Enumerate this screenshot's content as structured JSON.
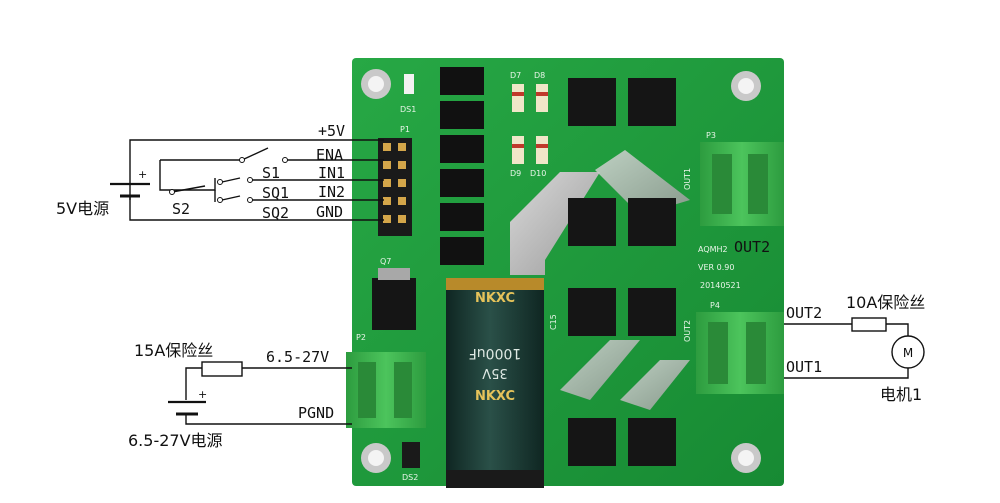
{
  "labels": {
    "plus5v": "+5V",
    "ena": "ENA",
    "in1": "IN1",
    "in2": "IN2",
    "gnd": "GND",
    "s1": "S1",
    "s2": "S2",
    "sq1": "SQ1",
    "sq2": "SQ2",
    "supply_5v": "5V电源",
    "fuse_15a": "15A保险丝",
    "v_in": "6.5-27V",
    "pgnd": "PGND",
    "supply_main": "6.5-27V电源",
    "out2_a": "OUT2",
    "out2_b": "OUT2",
    "out1": "OUT1",
    "fuse_10a": "10A保险丝",
    "motor_symbol": "M",
    "motor": "电机1",
    "battery_plus": "+"
  },
  "pcb": {
    "silkscreen": {
      "p1": "P1",
      "p2": "P2",
      "p3": "P3",
      "p4": "P4",
      "q7": "Q7",
      "c15": "C15",
      "ds1": "DS1",
      "ds2": "DS2",
      "d7": "D7",
      "d8": "D8",
      "d9": "D9",
      "d10": "D10",
      "model": "AQMH2",
      "version": "VER 0.90",
      "date": "20140521",
      "out1_silk": "OUT1",
      "out2_silk": "OUT2"
    },
    "capacitor": {
      "brand": "NKXC",
      "value": "1000uF",
      "voltage": "35V"
    },
    "colors": {
      "board": "#1f9a3c",
      "terminal": "#3fb34f",
      "capacitor": "#1c3a36"
    }
  }
}
